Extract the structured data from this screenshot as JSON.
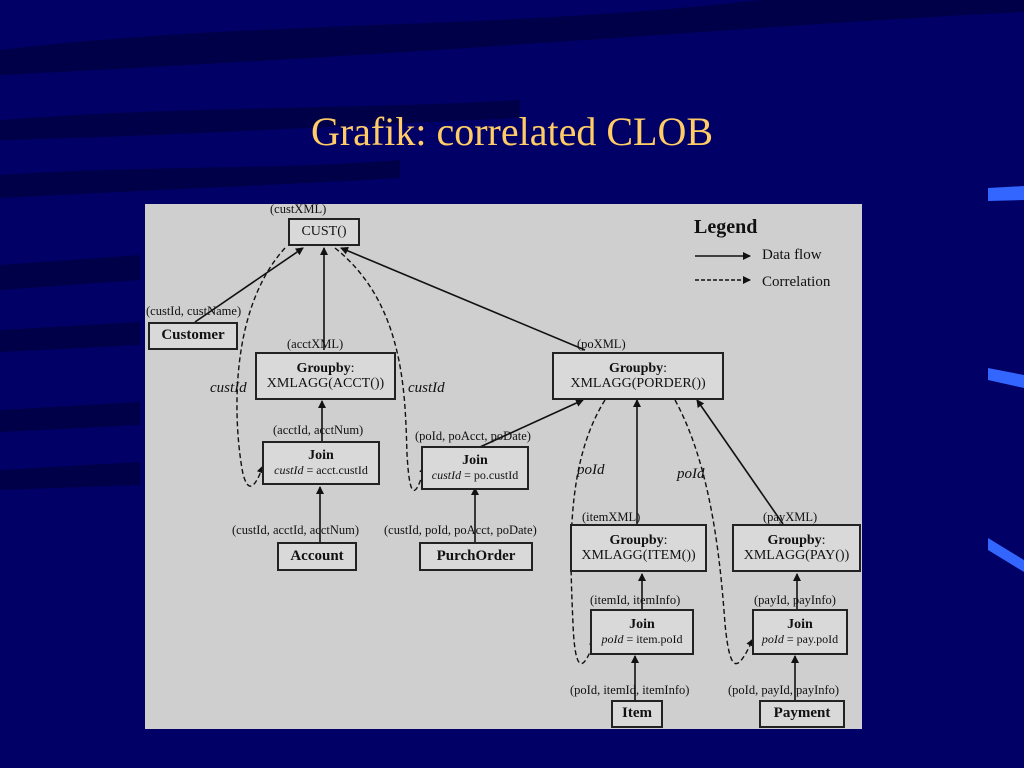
{
  "slide": {
    "title": "Grafik: correlated CLOB"
  },
  "legend": {
    "title": "Legend",
    "data_flow": "Data flow",
    "correlation": "Correlation"
  },
  "nodes": {
    "cust": {
      "label": "CUST()",
      "output": "(custXML)"
    },
    "customer": {
      "label": "Customer",
      "output": "(custId, custName)"
    },
    "groupby_acct": {
      "op": "Groupby",
      "colon": ":",
      "func": "XMLAGG(ACCT())",
      "output": "(acctXML)"
    },
    "join_acct": {
      "op": "Join",
      "pred_var": "custId",
      "pred_rest": " = acct.custId",
      "output": "(acctId, acctNum)"
    },
    "account": {
      "label": "Account",
      "output": "(custId, acctId, acctNum)"
    },
    "join_po": {
      "op": "Join",
      "pred_var": "custId",
      "pred_rest": " = po.custId",
      "output": "(poId, poAcct, poDate)"
    },
    "purchorder": {
      "label": "PurchOrder",
      "output": "(custId, poId, poAcct, poDate)"
    },
    "groupby_porder": {
      "op": "Groupby",
      "colon": ":",
      "func": "XMLAGG(PORDER())",
      "output": "(poXML)"
    },
    "groupby_item": {
      "op": "Groupby",
      "colon": ":",
      "func": "XMLAGG(ITEM())",
      "output": "(itemXML)"
    },
    "groupby_pay": {
      "op": "Groupby",
      "colon": ":",
      "func": "XMLAGG(PAY())",
      "output": "(payXML)"
    },
    "join_item": {
      "op": "Join",
      "pred_var": "poId",
      "pred_rest": " = item.poId",
      "output": "(itemId, itemInfo)"
    },
    "join_pay": {
      "op": "Join",
      "pred_var": "poId",
      "pred_rest": " = pay.poId",
      "output": "(payId, payInfo)"
    },
    "item": {
      "label": "Item",
      "output": "(poId, itemId, itemInfo)"
    },
    "payment": {
      "label": "Payment",
      "output": "(poId, payId, payInfo)"
    }
  },
  "correlations": {
    "custId_left": "custId",
    "custId_right": "custId",
    "poId_left": "poId",
    "poId_right": "poId"
  },
  "colors": {
    "background": "#000066",
    "title": "#FFCC66",
    "figure": "#cfcfcf",
    "stroke": "#111111"
  }
}
